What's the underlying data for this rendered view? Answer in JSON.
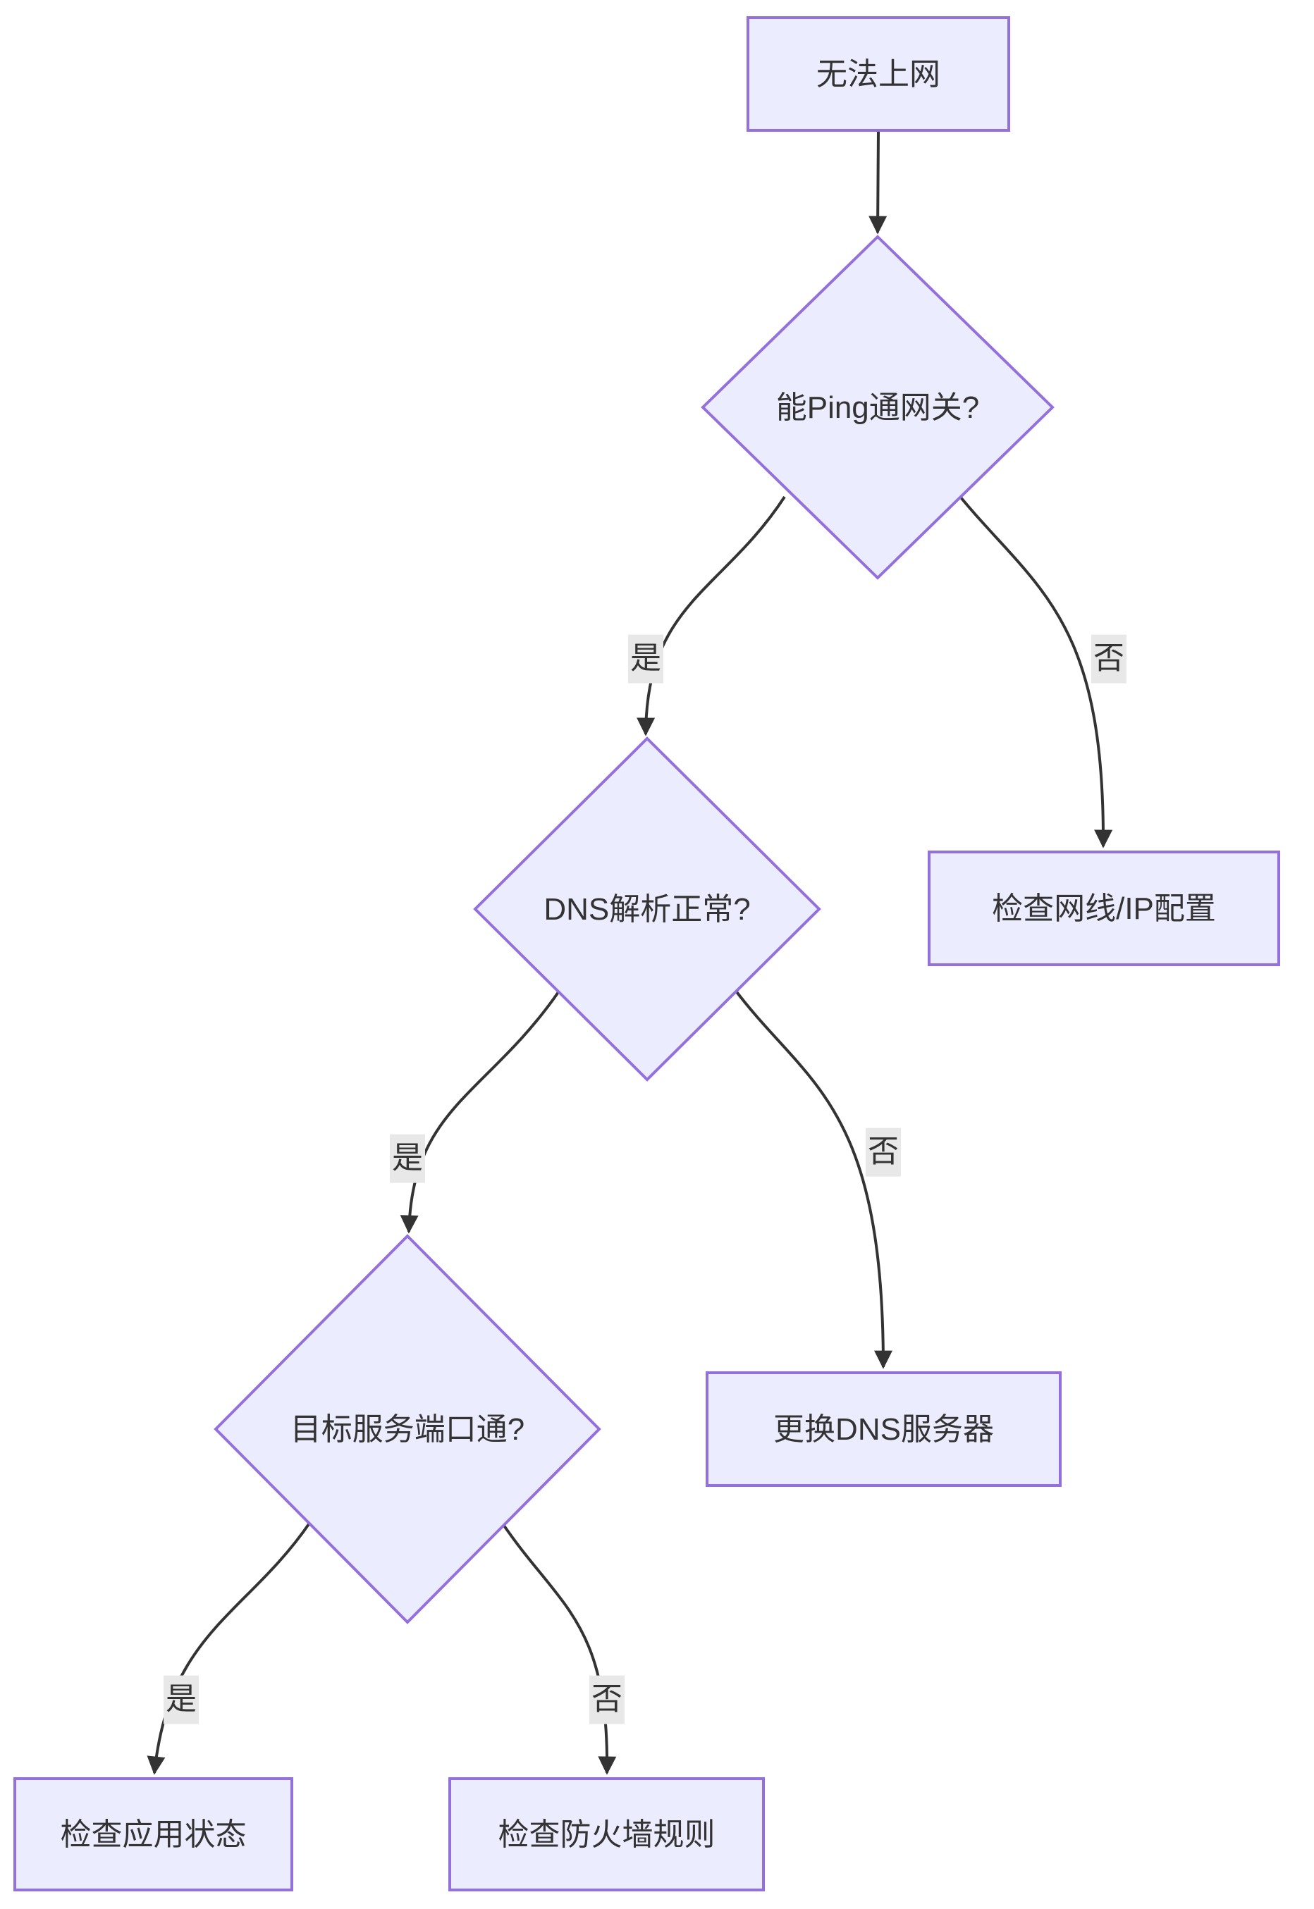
{
  "diagram": {
    "type": "flowchart",
    "direction": "top-down",
    "nodes": {
      "start": {
        "label": "无法上网",
        "shape": "rect"
      },
      "q_gateway": {
        "label": "能Ping通网关?",
        "shape": "diamond"
      },
      "check_cable_ip": {
        "label": "检查网线/IP配置",
        "shape": "rect"
      },
      "q_dns": {
        "label": "DNS解析正常?",
        "shape": "diamond"
      },
      "change_dns": {
        "label": "更换DNS服务器",
        "shape": "rect"
      },
      "q_port": {
        "label": "目标服务端口通?",
        "shape": "diamond"
      },
      "check_app": {
        "label": "检查应用状态",
        "shape": "rect"
      },
      "check_firewall": {
        "label": "检查防火墙规则",
        "shape": "rect"
      }
    },
    "edges": [
      {
        "from": "start",
        "to": "q_gateway",
        "label": ""
      },
      {
        "from": "q_gateway",
        "to": "q_dns",
        "label": "是"
      },
      {
        "from": "q_gateway",
        "to": "check_cable_ip",
        "label": "否"
      },
      {
        "from": "q_dns",
        "to": "q_port",
        "label": "是"
      },
      {
        "from": "q_dns",
        "to": "change_dns",
        "label": "否"
      },
      {
        "from": "q_port",
        "to": "check_app",
        "label": "是"
      },
      {
        "from": "q_port",
        "to": "check_firewall",
        "label": "否"
      }
    ],
    "edge_labels": {
      "yes1": "是",
      "no1": "否",
      "yes2": "是",
      "no2": "否",
      "yes3": "是",
      "no3": "否"
    },
    "colors": {
      "node_fill": "#ECECFF",
      "node_border": "#9370DB",
      "edge": "#333333",
      "label_bg": "#e8e8e8",
      "text": "#333333",
      "background": "#ffffff"
    }
  }
}
